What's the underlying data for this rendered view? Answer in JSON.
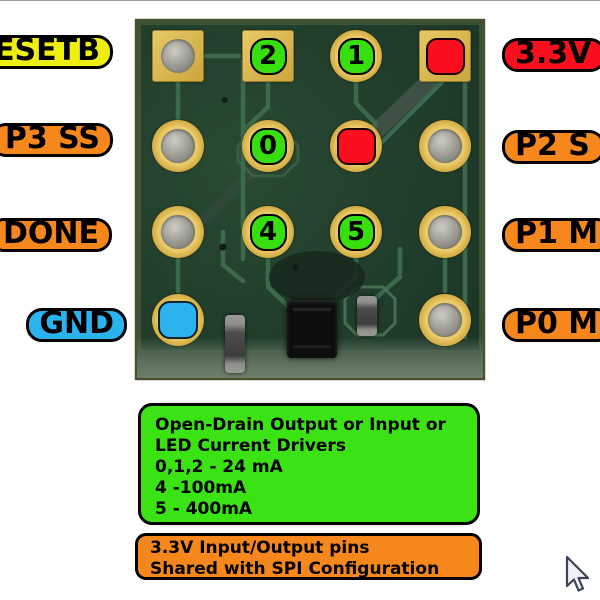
{
  "colors": {
    "label_yellow": "#efee12",
    "label_orange": "#f6871d",
    "label_red": "#fa0f1e",
    "label_blue": "#2ab3ee",
    "marker_green": "#37df0f",
    "info_green": "#3ce314",
    "info_orange": "#f6871d",
    "pcb_green": "#223f2c",
    "pad_gold": "#d5ae45"
  },
  "labels": {
    "left": [
      {
        "text": "ESETB",
        "style": "yellow",
        "cut": "left"
      },
      {
        "text": "P3 SS",
        "style": "orange",
        "cut": "left"
      },
      {
        "text": "DONE",
        "style": "orange",
        "cut": "left"
      },
      {
        "text": "GND",
        "style": "blue",
        "cut": "none"
      }
    ],
    "right": [
      {
        "text": "3.3V",
        "style": "red",
        "cut": "right"
      },
      {
        "text": "P2 S",
        "style": "orange",
        "cut": "right"
      },
      {
        "text": "P1 M",
        "style": "orange",
        "cut": "right"
      },
      {
        "text": "P0 M",
        "style": "orange",
        "cut": "right"
      }
    ]
  },
  "pcb": {
    "pins": [
      {
        "row": 1,
        "col": 1,
        "pad": "square",
        "marker": "hole",
        "number": ""
      },
      {
        "row": 1,
        "col": 2,
        "pad": "square",
        "marker": "green",
        "number": "2"
      },
      {
        "row": 1,
        "col": 3,
        "pad": "round",
        "marker": "green",
        "number": "1"
      },
      {
        "row": 1,
        "col": 4,
        "pad": "square",
        "marker": "red",
        "number": ""
      },
      {
        "row": 2,
        "col": 1,
        "pad": "round",
        "marker": "hole",
        "number": ""
      },
      {
        "row": 2,
        "col": 2,
        "pad": "round",
        "marker": "green",
        "number": "0"
      },
      {
        "row": 2,
        "col": 3,
        "pad": "round",
        "marker": "red",
        "number": ""
      },
      {
        "row": 2,
        "col": 4,
        "pad": "round",
        "marker": "hole",
        "number": ""
      },
      {
        "row": 3,
        "col": 1,
        "pad": "round",
        "marker": "hole",
        "number": ""
      },
      {
        "row": 3,
        "col": 2,
        "pad": "round",
        "marker": "green",
        "number": "4"
      },
      {
        "row": 3,
        "col": 3,
        "pad": "round",
        "marker": "green",
        "number": "5"
      },
      {
        "row": 3,
        "col": 4,
        "pad": "round",
        "marker": "hole",
        "number": ""
      },
      {
        "row": 4,
        "col": 1,
        "pad": "round",
        "marker": "blue",
        "number": ""
      },
      {
        "row": 4,
        "col": 4,
        "pad": "round",
        "marker": "hole",
        "number": ""
      }
    ]
  },
  "info_boxes": {
    "drive": {
      "lines": [
        "Open-Drain Output or Input or",
        "LED Current Drivers",
        "0,1,2 - 24 mA",
        "4 -100mA",
        "5 - 400mA"
      ]
    },
    "spi": {
      "lines": [
        "3.3V Input/Output pins",
        "Shared with SPI Configuration"
      ]
    }
  },
  "cursor": {
    "icon": "arrow-pointer"
  }
}
